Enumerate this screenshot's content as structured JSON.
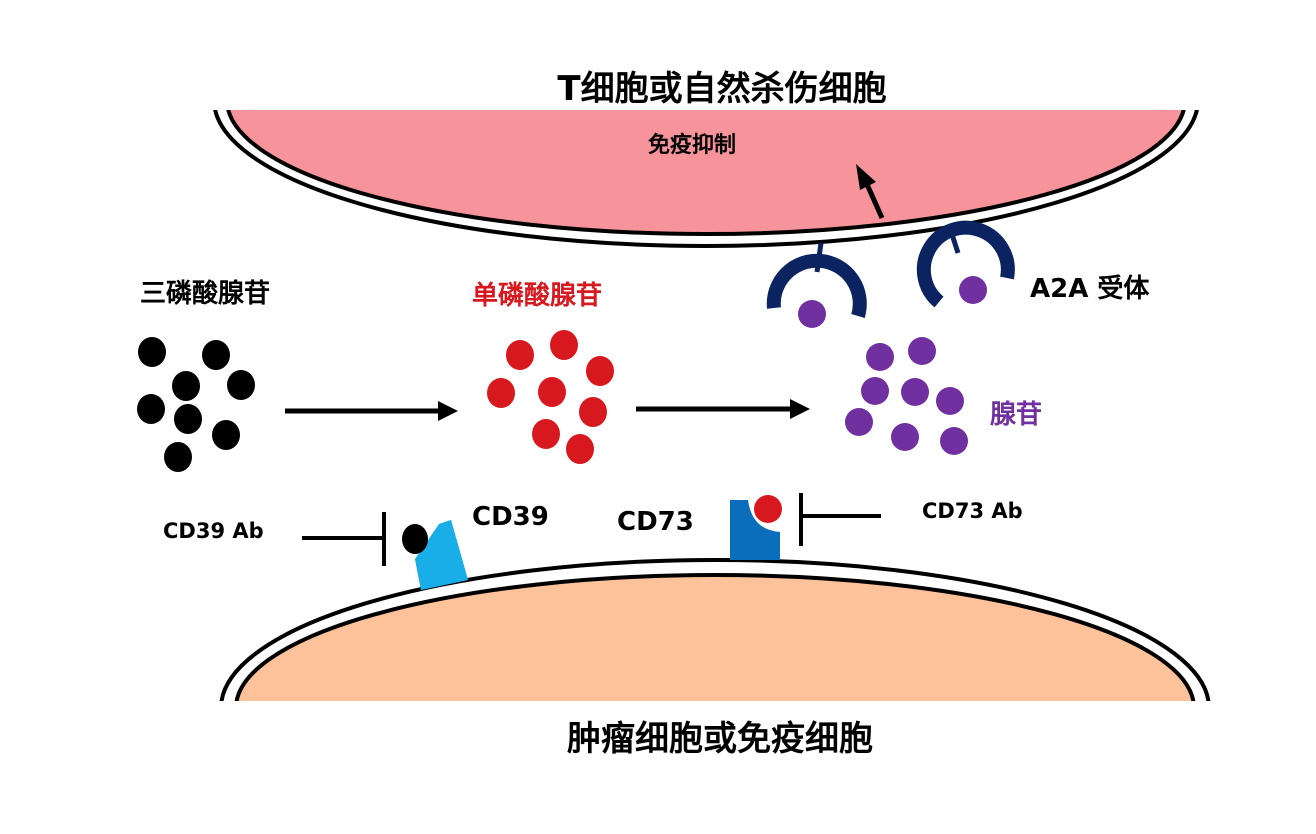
{
  "cells": {
    "top_title": "T细胞或自然杀伤细胞",
    "bottom_title": "肿瘤细胞或免疫细胞",
    "top_fill": "#f7939a",
    "bottom_fill": "#fdc29a"
  },
  "labels": {
    "immune_suppression": "免疫抑制",
    "atp": "三磷酸腺苷",
    "amp": "单磷酸腺苷",
    "adenosine": "腺苷",
    "a2a_receptor": "A2A 受体",
    "cd39": "CD39",
    "cd73": "CD73",
    "cd39_ab": "CD39 Ab",
    "cd73_ab": "CD73 Ab"
  },
  "colors": {
    "atp": "#000000",
    "amp": "#d7191f",
    "adenosine": "#7030a0",
    "receptor": "#0b2360",
    "cd39": "#1aaee8",
    "cd73": "#0b6ebd",
    "text": "#000000"
  },
  "molecules": {
    "atp_count": 8,
    "amp_count": 8,
    "adenosine_count": 8
  }
}
